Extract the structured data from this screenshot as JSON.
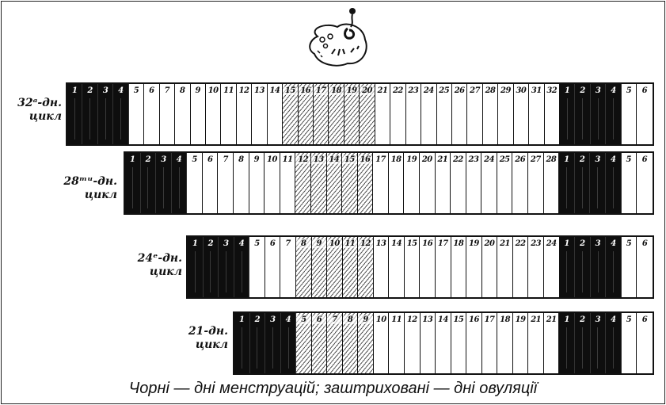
{
  "cycles": [
    {
      "id": "32",
      "label_line1": "32ᵃ-дн.",
      "label_line2": "цикл",
      "days": [
        "1",
        "2",
        "3",
        "4",
        "5",
        "6",
        "7",
        "8",
        "9",
        "10",
        "11",
        "12",
        "13",
        "14",
        "15",
        "16",
        "17",
        "18",
        "19",
        "20",
        "21",
        "22",
        "23",
        "24",
        "25",
        "26",
        "27",
        "28",
        "29",
        "30",
        "31",
        "32",
        "1",
        "2",
        "3",
        "4",
        "5",
        "6"
      ],
      "menstruation_days": [
        1,
        2,
        3,
        4,
        33,
        34,
        35,
        36
      ],
      "ovulation_days": [
        15,
        16,
        17,
        18,
        19,
        20
      ]
    },
    {
      "id": "28",
      "label_line1": "28ᵐᵘ-дн.",
      "label_line2": "цикл",
      "days": [
        "1",
        "2",
        "3",
        "4",
        "5",
        "6",
        "7",
        "8",
        "9",
        "10",
        "11",
        "12",
        "13",
        "14",
        "15",
        "16",
        "17",
        "18",
        "19",
        "20",
        "21",
        "22",
        "23",
        "24",
        "25",
        "26",
        "27",
        "28",
        "1",
        "2",
        "3",
        "4",
        "5",
        "6"
      ],
      "menstruation_days": [
        1,
        2,
        3,
        4,
        29,
        30,
        31,
        32
      ],
      "ovulation_days": [
        12,
        13,
        14,
        15,
        16
      ]
    },
    {
      "id": "24",
      "label_line1": "24ᵉ-дн.",
      "label_line2": "цикл",
      "days": [
        "1",
        "2",
        "3",
        "4",
        "5",
        "6",
        "7",
        "8",
        "9",
        "10",
        "11",
        "12",
        "13",
        "14",
        "15",
        "16",
        "17",
        "18",
        "19",
        "20",
        "21",
        "22",
        "23",
        "24",
        "1",
        "2",
        "3",
        "4",
        "5",
        "6"
      ],
      "menstruation_days": [
        1,
        2,
        3,
        4,
        25,
        26,
        27,
        28
      ],
      "ovulation_days": [
        8,
        9,
        10,
        11,
        12
      ]
    },
    {
      "id": "21",
      "label_line1": "21-дн.",
      "label_line2": "цикл",
      "days": [
        "1",
        "2",
        "3",
        "4",
        "5",
        "6",
        "7",
        "8",
        "9",
        "10",
        "11",
        "12",
        "13",
        "14",
        "15",
        "16",
        "17",
        "18",
        "19",
        "21",
        "21",
        "1",
        "2",
        "3",
        "4",
        "5",
        "6"
      ],
      "menstruation_days": [
        1,
        2,
        3,
        4,
        22,
        23,
        24,
        25
      ],
      "ovulation_days": [
        5,
        6,
        7,
        8,
        9
      ]
    }
  ],
  "caption": "Чорні — дні менструацій; заштриховані — дні овуляції",
  "colors": {
    "menstruation": "#0e0e0e",
    "ovulation_hatch": "#555555",
    "normal": "#ffffff"
  },
  "illustration_icon": "sperm-egg-sketch-icon"
}
